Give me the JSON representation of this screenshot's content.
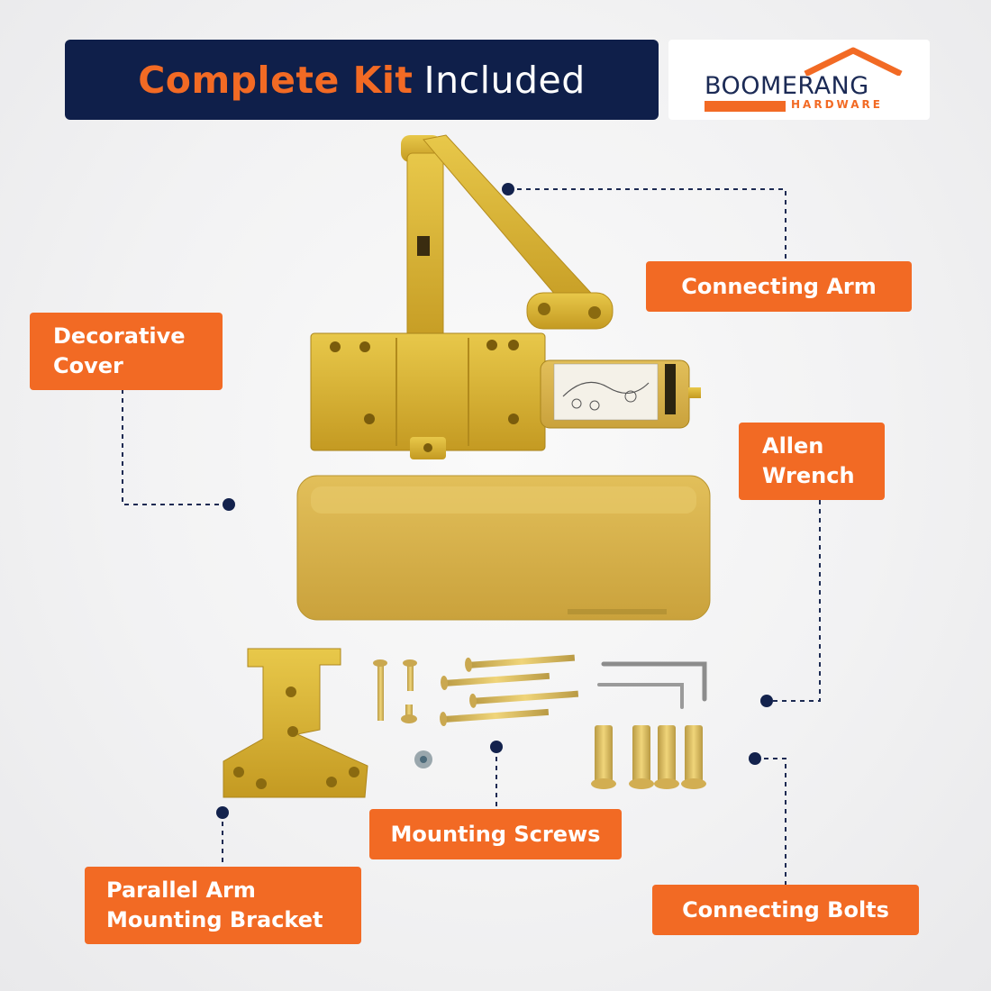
{
  "header": {
    "title_accent": "Complete Kit",
    "title_rest": "Included"
  },
  "logo": {
    "brand": "BOOMERANG",
    "sub": "HARDWARE"
  },
  "labels": {
    "connecting_arm": "Connecting Arm",
    "decorative_cover_line1": "Decorative",
    "decorative_cover_line2": "Cover",
    "allen_wrench_line1": "Allen",
    "allen_wrench_line2": "Wrench",
    "mounting_screws": "Mounting Screws",
    "bracket_line1": "Parallel Arm",
    "bracket_line2": "Mounting Bracket",
    "connecting_bolts": "Connecting Bolts"
  },
  "colors": {
    "navy": "#0f1f4a",
    "orange": "#f26a24",
    "gold": "#d8b63a"
  }
}
